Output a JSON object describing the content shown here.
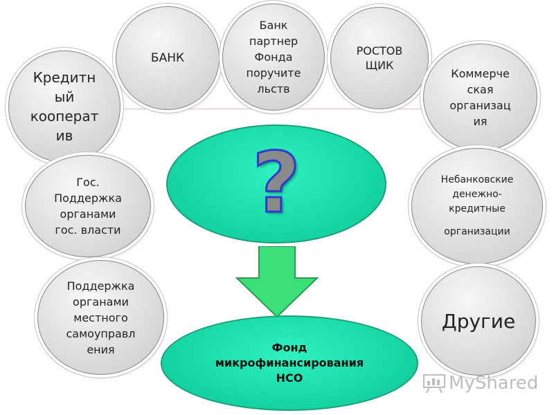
{
  "nodes": {
    "credit": {
      "l1": "Кредитн",
      "l2": "ый",
      "l3": "кооперат",
      "l4": "ив"
    },
    "bank": {
      "label": "БАНК"
    },
    "partner": {
      "l1": "Банк",
      "l2": "партнер",
      "l3": "Фонда",
      "l4": "поручите",
      "l5": "льств"
    },
    "rostov": {
      "l1": "РОСТОВ",
      "l2": "ЩИК"
    },
    "commerce": {
      "l1": "Коммерче",
      "l2": "ская",
      "l3": "организац",
      "l4": "ия"
    },
    "gos": {
      "l1": "Гос.",
      "l2": "Поддержка",
      "l3": "органами",
      "l4": "гос. власти"
    },
    "local": {
      "l1": "Поддержка",
      "l2": "органами",
      "l3": "местного",
      "l4": "самоуправл",
      "l5": "ения"
    },
    "nonbank": {
      "l1": "Небанковские",
      "l2": "денежно-",
      "l3": "кредитные",
      "l4": "организации"
    },
    "other": {
      "label": "Другие"
    }
  },
  "question": {
    "mark": "?"
  },
  "fund": {
    "l1": "Фонд",
    "l2": "микрофинансирования",
    "l3": "НСО"
  },
  "watermark": {
    "text": "MyShared",
    "icon": "presentation-board-icon"
  },
  "colors": {
    "accent_green": "#18d8a6",
    "question_outline": "#2a3bd0",
    "circle_fill": "#dedede"
  }
}
